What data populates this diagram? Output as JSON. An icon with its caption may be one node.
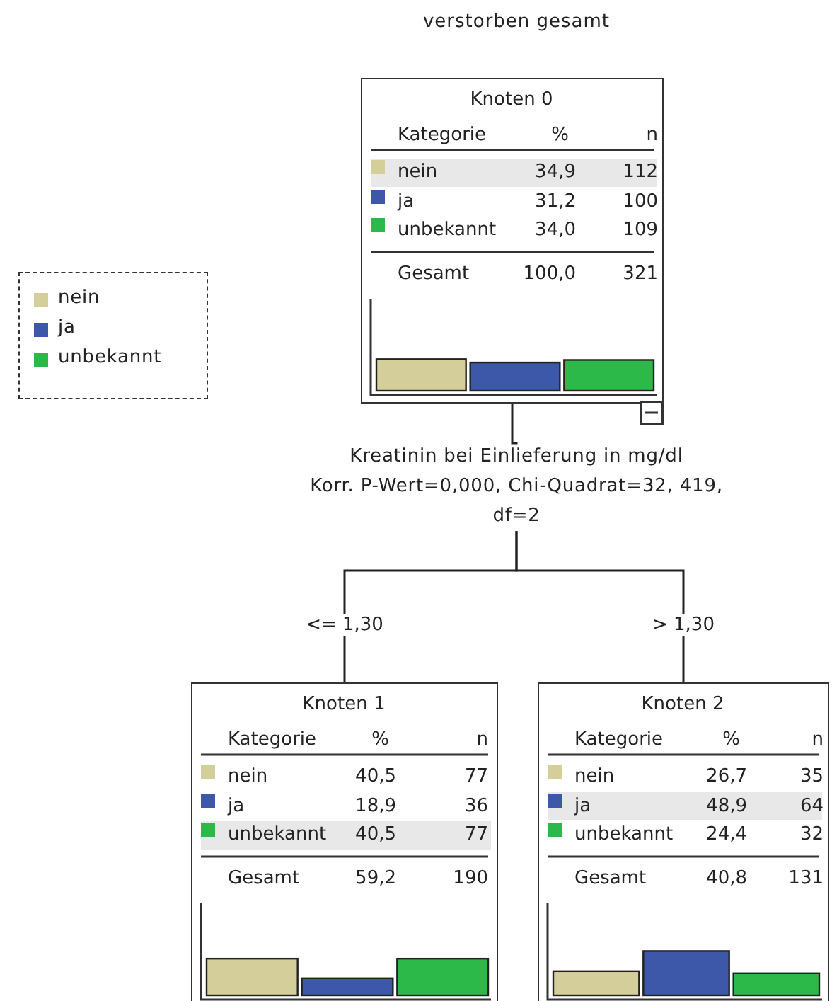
{
  "diagram": {
    "title": "verstorben gesamt",
    "nodes": [
      {
        "text": [
          "Knoten 0",
          "Kategorie",
          "%",
          "n",
          "nein",
          "34,9",
          "112",
          "ja",
          "31,2",
          "100",
          "unbekannt",
          "34,0",
          "109",
          "Gesamt",
          "100,0",
          "321"
        ]
      },
      {
        "text": [
          "Knoten 1",
          "Kategorie",
          "%",
          "n",
          "nein",
          "40,5",
          "77",
          "ja",
          "18,9",
          "36",
          "unbekannt",
          "40,5",
          "77",
          "Gesamt",
          "59,2",
          "190"
        ]
      },
      {
        "text": [
          "Knoten 2",
          "Kategorie",
          "%",
          "n",
          "nein",
          "26,7",
          "35",
          "ja",
          "48,9",
          "64",
          "unbekannt",
          "24,4",
          "32",
          "Gesamt",
          "40,8",
          "131"
        ]
      },
      {
        "text": [
          "Kreatinin bei Einlieferung in mg/dl",
          "Korr. P-Wert=0,000, Chi-Quadrat=32, 419, df=2"
        ]
      }
    ],
    "edges": [
      {
        "from": 0,
        "to": 3,
        "arrow": "none"
      },
      {
        "from": 3,
        "to": 1,
        "arrow": "none",
        "label": "<= 1,30"
      },
      {
        "from": 3,
        "to": 2,
        "arrow": "none",
        "label": "> 1,30"
      }
    ],
    "legend": [
      {
        "text": "nein",
        "color": "#d4cf9a"
      },
      {
        "text": "ja",
        "color": "#3d58a8"
      },
      {
        "text": "unbekannt",
        "color": "#2db84a"
      }
    ]
  }
}
